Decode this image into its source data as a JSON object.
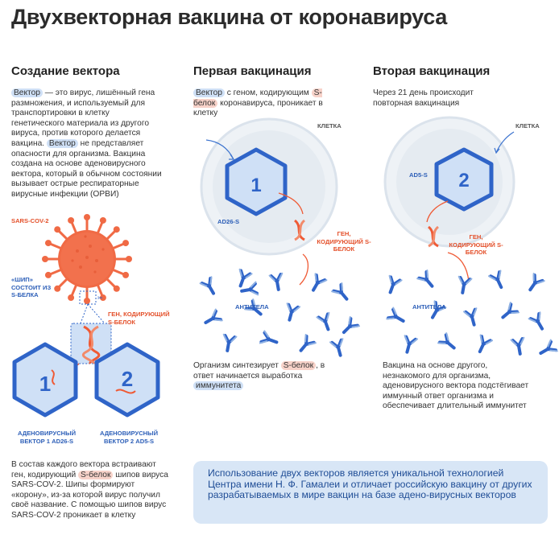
{
  "title": "Двухвекторная вакцина от коронавируса",
  "col1": {
    "heading": "Создание вектора",
    "para1_hl1": "Вектор",
    "para1_a": " — это вирус, лишённый гена размножения, и используемый для транспортировки в клетку генетического материала из другого вируса, против которого делается вакцина.",
    "para1_hl2": "Вектор",
    "para1_b": " не представляет опасности для организма. Вакцина создана на основе аденовирусного вектора, который в обычном состоянии вызывает острые респираторные вирусные инфекции (ОРВИ)",
    "virus_label": "SARS-COV-2",
    "spike_label": "«ШИП» СОСТОИТ ИЗ S-БЕЛКА",
    "gene_label": "ГЕН, КОДИРУЮЩИЙ S-БЕЛОК",
    "vector1_num": "1",
    "vector2_num": "2",
    "vector1_label": "АДЕНОВИРУСНЫЙ ВЕКТОР 1 AD26-S",
    "vector2_label": "АДЕНОВИРУСНЫЙ ВЕКТОР 2 AD5-S",
    "para2_a": "В состав каждого вектора встраивают ген, кодирующий ",
    "para2_hl": "S-белок",
    "para2_b": " шипов вируса SARS-COV-2. Шипы формируют «корону», из-за которой вирус получил своё название. С помощью шипов вирус SARS-COV-2 проникает в клетку"
  },
  "col2": {
    "heading": "Первая вакцинация",
    "p1_hl": "Вектор",
    "p1_a": " с геном, кодирующим ",
    "p1_hl2": "S-белок",
    "p1_b": " коронавируса, проникает в клетку",
    "cell_label": "КЛЕТКА",
    "vector_num": "1",
    "vector_label": "AD26-S",
    "gene_label": "ГЕН, КОДИРУЮЩИЙ S-БЕЛОК",
    "antibody_label": "АНТИТЕЛА",
    "p2_a": "Организм синтезирует ",
    "p2_hl": "S-белок",
    "p2_b": ", в ответ начинается выработка ",
    "p2_hl2": "иммунитета"
  },
  "col3": {
    "heading": "Вторая вакцинация",
    "p1": "Через 21 день происходит повторная вакцинация",
    "cell_label": "КЛЕТКА",
    "vector_num": "2",
    "vector_label": "AD5-S",
    "gene_label": "ГЕН, КОДИРУЮЩИЙ S-БЕЛОК",
    "antibody_label": "АНТИТЕЛА",
    "p2": "Вакцина на основе другого, незнакомого для организма, аденовирусного вектора подстёгивает иммунный ответ организма и обеспечивает длительный иммунитет"
  },
  "banner": "Использование двух векторов является уникальной технологией Центра имени Н. Ф. Гамалеи и отличает российскую вакцину от других разрабатываемых в мире вакцин на базе адено-вирусных векторов",
  "colors": {
    "blue": "#2f64c8",
    "red": "#ef5a35",
    "lightblue": "#cfe0f6",
    "cell": "#e9eef4"
  }
}
